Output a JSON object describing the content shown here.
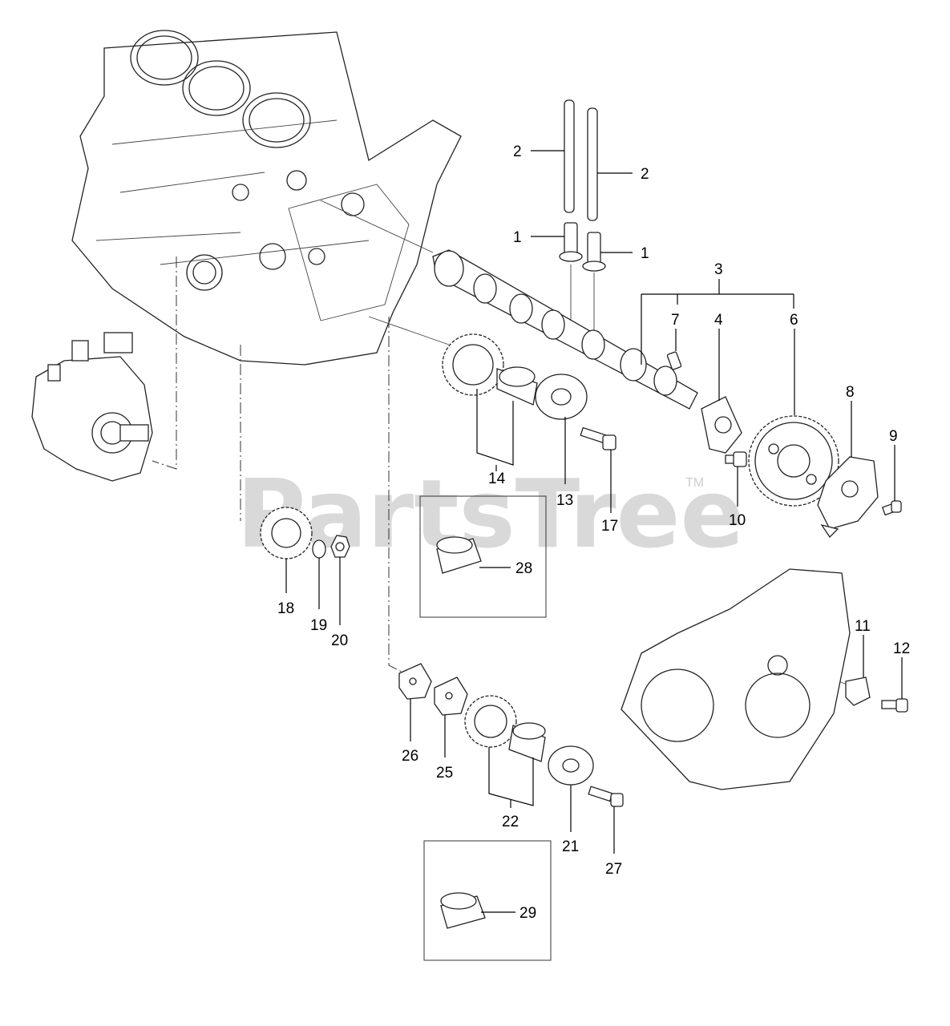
{
  "watermark": {
    "text": "PartsTree",
    "trademark": "TM"
  },
  "callouts": {
    "c1a": "1",
    "c1b": "1",
    "c2a": "2",
    "c2b": "2",
    "c3": "3",
    "c4": "4",
    "c6": "6",
    "c7": "7",
    "c8": "8",
    "c9": "9",
    "c10": "10",
    "c11": "11",
    "c12": "12",
    "c13": "13",
    "c14": "14",
    "c17": "17",
    "c18": "18",
    "c19": "19",
    "c20": "20",
    "c21": "21",
    "c22": "22",
    "c25": "25",
    "c26": "26",
    "c27": "27",
    "c28": "28",
    "c29": "29"
  }
}
